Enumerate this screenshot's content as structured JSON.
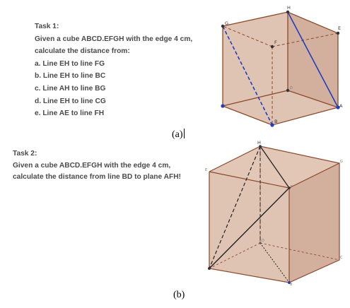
{
  "task1": {
    "title": "Task 1:",
    "lines": [
      "Given a cube ABCD.EFGH with the edge 4 cm,",
      "calculate the distance from:",
      "a. Line EH to line FG",
      "b. Line EH to line BC",
      "c. Line AH to line BG",
      "d. Line EH to line CG",
      "e. Line AE to line FH"
    ]
  },
  "task2": {
    "title": "Task 2:",
    "lines": [
      "Given a cube ABCD.EFGH with the edge 4 cm,",
      "calculate the distance from line BD to plane AFH!"
    ]
  },
  "figure_a": {
    "caption": "(a)",
    "vertex_labels": {
      "H": "H",
      "G": "G",
      "E": "E",
      "F": "F",
      "D": "D",
      "A": "A",
      "B": "B"
    }
  },
  "figure_b": {
    "caption": "(b)",
    "vertex_labels": {
      "H": "H",
      "F": "F",
      "G": "G",
      "E": "E",
      "D": "D",
      "C": "C",
      "B": "B"
    }
  },
  "colors": {
    "text": "#4a4a4a",
    "cube_fill": "#d9b8a6",
    "cube_edge": "#8b4a2b",
    "highlight": "#1f3fbf"
  }
}
